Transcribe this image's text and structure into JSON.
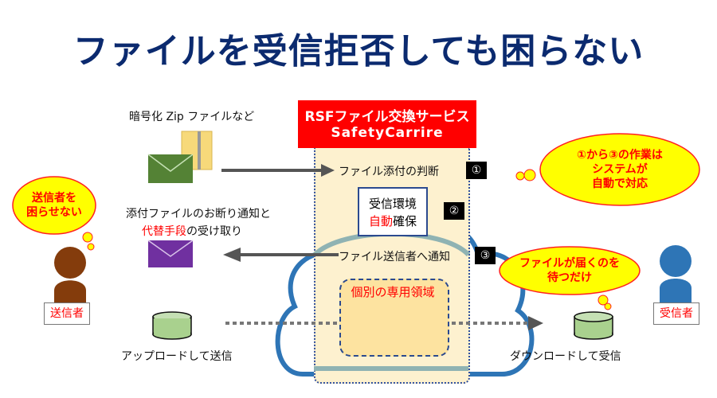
{
  "title": "ファイルを受信拒否しても困らない",
  "service": {
    "name": "RSFファイル交換サービス",
    "brand": "SafetyCarrire"
  },
  "sender_side": {
    "zip_label": "暗号化 Zip ファイルなど",
    "notice_label_1": "添付ファイルのお断り通知と",
    "notice_label_2_red": "代替手段",
    "notice_label_2_rest": "の受け取り",
    "upload_label": "アップロードして送信",
    "person_tag": "送信者",
    "bubble": [
      "送信者を",
      "困らせない"
    ]
  },
  "steps": [
    {
      "label": "ファイル添付の判断",
      "num": "①"
    },
    {
      "label_1": "受信環境",
      "label_2_red": "自動",
      "label_2_rest": "確保",
      "num": "②"
    },
    {
      "label": "ファイル送信者へ通知",
      "num": "③"
    }
  ],
  "storage_area_label": "個別の専用領域",
  "receiver_side": {
    "download_label": "ダウンロードして受信",
    "person_tag": "受信者",
    "bubble": [
      "ファイルが届くのを",
      "待つだけ"
    ]
  },
  "system_bubble": [
    "①から③の作業は",
    "システムが",
    "自動で対応"
  ],
  "colors": {
    "title": "#0b2a6f",
    "accent_red": "#ff0000",
    "bubble_fill": "#ffff00",
    "sender_person": "#843c0c",
    "receiver_person": "#2e75b6",
    "cloud": "#2e75b6"
  }
}
